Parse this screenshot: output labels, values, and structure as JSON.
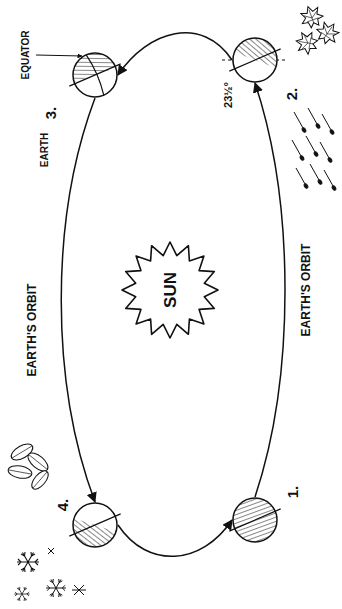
{
  "diagram": {
    "nodes": [
      {
        "text": [
          "1."
        ]
      },
      {
        "text": [
          "2."
        ]
      },
      {
        "text": [
          "3."
        ]
      },
      {
        "text": [
          "4."
        ]
      },
      {
        "text": [
          "SUN"
        ]
      }
    ],
    "edges": [
      {
        "from": 0,
        "to": 1,
        "arrow": "to",
        "label": "EARTH'S ORBIT"
      },
      {
        "from": 1,
        "to": 2,
        "arrow": "to"
      },
      {
        "from": 2,
        "to": 3,
        "arrow": "to",
        "label": "EARTH'S ORBIT"
      },
      {
        "from": 3,
        "to": 0,
        "arrow": "to"
      }
    ],
    "labels": [
      "23½°",
      "EQUATOR",
      "EARTH"
    ]
  }
}
